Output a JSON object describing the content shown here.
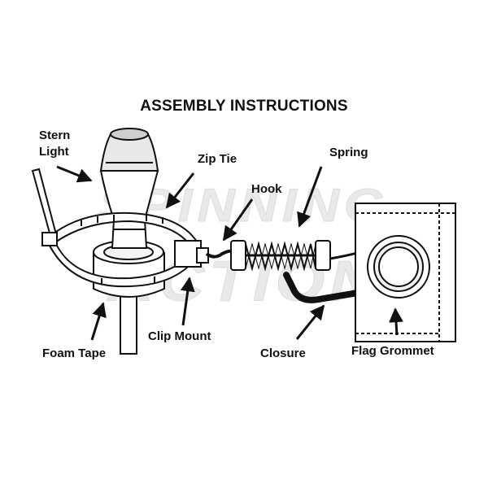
{
  "title": "ASSEMBLY INSTRUCTIONS",
  "watermark": {
    "line1": "SPINNING",
    "line2": "ACTION"
  },
  "labels": {
    "stern_light_1": "Stern",
    "stern_light_2": "Light",
    "zip_tie": "Zip Tie",
    "spring": "Spring",
    "hook": "Hook",
    "foam_tape": "Foam Tape",
    "clip_mount": "Clip Mount",
    "closure": "Closure",
    "flag_grommet": "Flag Grommet"
  },
  "colors": {
    "ink": "#111111",
    "watermark": "#e6e6e6"
  }
}
